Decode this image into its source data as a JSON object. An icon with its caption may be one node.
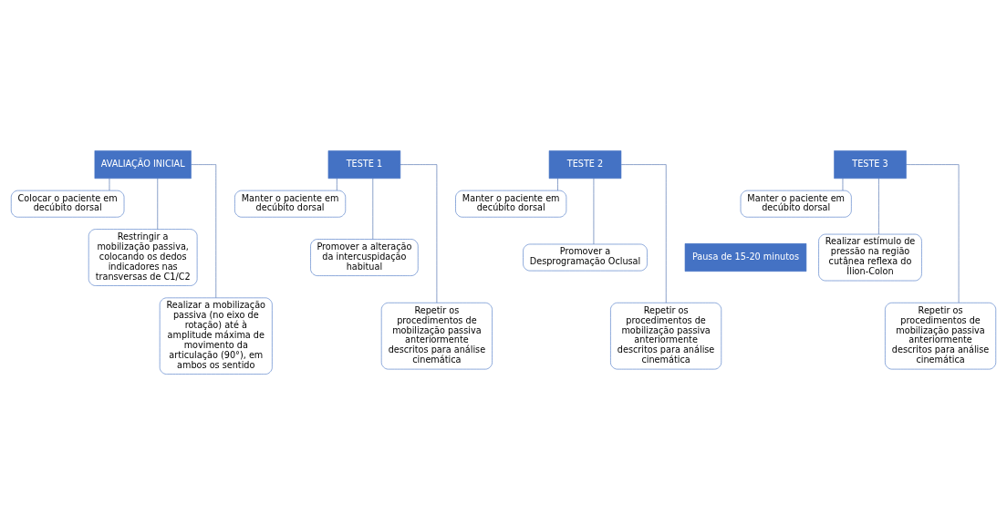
{
  "diagram": {
    "nodes": [
      {
        "text": [
          "AVALIAÇÃO INICIAL"
        ]
      },
      {
        "text": [
          "Colocar o paciente em decúbito dorsal"
        ]
      },
      {
        "text": [
          "Restringir a mobilização passiva, colocando os dedos indicadores nas transversas de C1/C2"
        ]
      },
      {
        "text": [
          "Realizar a mobilização passiva (no eixo de rotação) até à amplitude máxima de movimento da articulação (90°), em ambos os sentido"
        ]
      },
      {
        "text": [
          "TESTE 1"
        ]
      },
      {
        "text": [
          "Manter o paciente em decúbito dorsal"
        ]
      },
      {
        "text": [
          "Promover a alteração da intercuspidação habitual"
        ]
      },
      {
        "text": [
          "Repetir os procedimentos de mobilização passiva anteriormente descritos para análise cinemática"
        ]
      },
      {
        "text": [
          "TESTE 2"
        ]
      },
      {
        "text": [
          "Manter o paciente em decúbito dorsal"
        ]
      },
      {
        "text": [
          "Promover a Desprogramação Oclusal"
        ]
      },
      {
        "text": [
          "Repetir os procedimentos de mobilização passiva anteriormente descritos para análise cinemática"
        ]
      },
      {
        "text": [
          "Pausa de 15-20 minutos"
        ]
      },
      {
        "text": [
          "TESTE 3"
        ]
      },
      {
        "text": [
          "Manter o paciente em decúbito dorsal"
        ]
      },
      {
        "text": [
          "Realizar estímulo de pressão na região cutânea reflexa do Ílion-Colon"
        ]
      },
      {
        "text": [
          "Repetir os procedimentos de mobilização passiva anteriormente descritos para análise cinemática"
        ]
      }
    ],
    "edges": [
      {
        "from": 0,
        "to": 1,
        "arrow": "none"
      },
      {
        "from": 0,
        "to": 2,
        "arrow": "none"
      },
      {
        "from": 0,
        "to": 3,
        "arrow": "none"
      },
      {
        "from": 4,
        "to": 5,
        "arrow": "none"
      },
      {
        "from": 4,
        "to": 6,
        "arrow": "none"
      },
      {
        "from": 4,
        "to": 7,
        "arrow": "none"
      },
      {
        "from": 8,
        "to": 9,
        "arrow": "none"
      },
      {
        "from": 8,
        "to": 10,
        "arrow": "none"
      },
      {
        "from": 8,
        "to": 11,
        "arrow": "none"
      },
      {
        "from": 13,
        "to": 14,
        "arrow": "none"
      },
      {
        "from": 13,
        "to": 15,
        "arrow": "none"
      },
      {
        "from": 13,
        "to": 16,
        "arrow": "none"
      }
    ]
  }
}
